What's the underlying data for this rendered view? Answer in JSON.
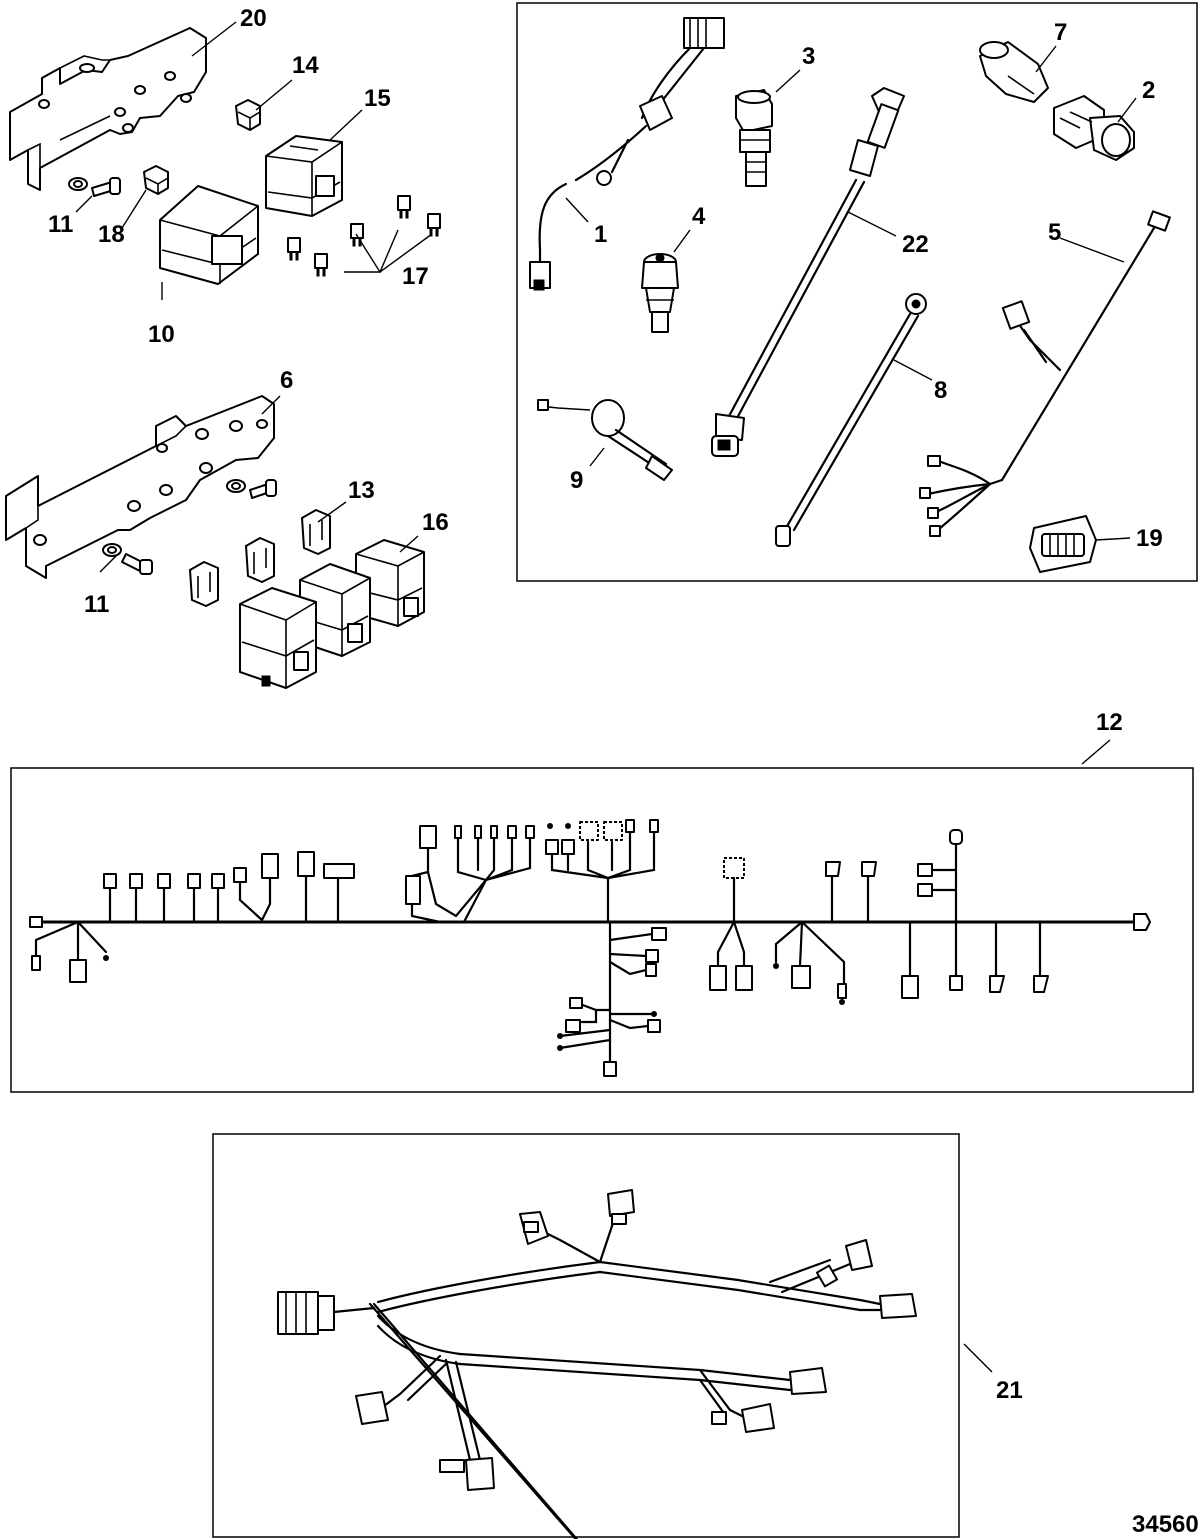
{
  "diagram": {
    "callouts": [
      "20",
      "14",
      "15",
      "11",
      "18",
      "17",
      "10",
      "6",
      "13",
      "16",
      "11",
      "1",
      "3",
      "7",
      "2",
      "4",
      "22",
      "5",
      "8",
      "9",
      "19",
      "12",
      "21"
    ],
    "figure_number": "34560"
  },
  "colors": {
    "line": "#000000",
    "background": "#ffffff"
  }
}
